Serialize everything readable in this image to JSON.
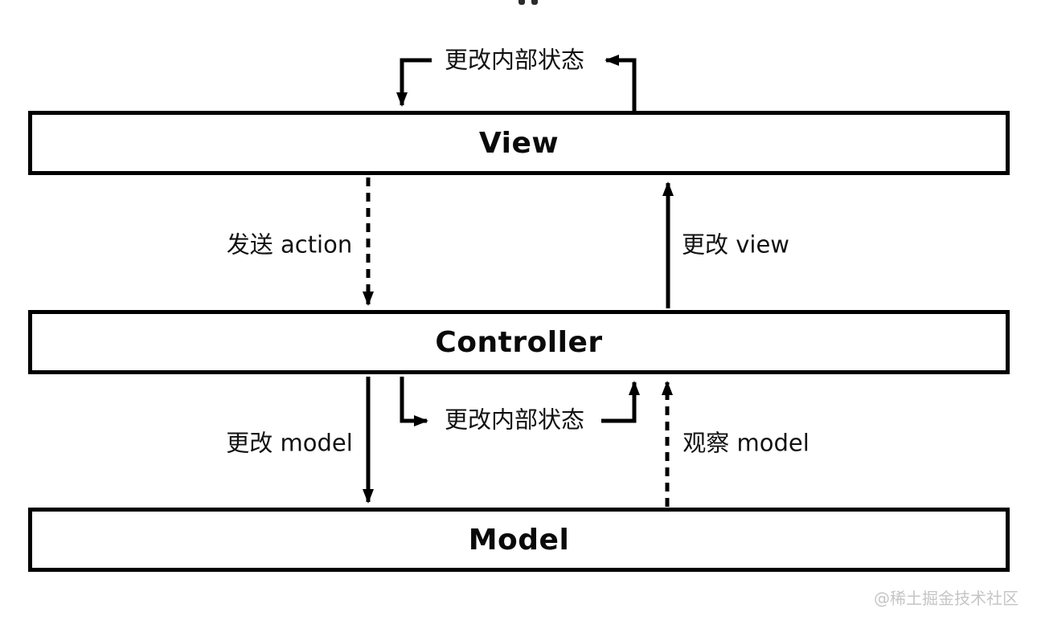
{
  "boxes": {
    "view": {
      "label": "View"
    },
    "controller": {
      "label": "Controller"
    },
    "model": {
      "label": "Model"
    }
  },
  "edge_labels": {
    "view_internal_state": "更改内部状态",
    "send_action": "发送 action",
    "update_view": "更改 view",
    "controller_internal_state": "更改内部状态",
    "update_model": "更改 model",
    "observe_model": "观察 model"
  },
  "edges_meta": {
    "view_internal_state": {
      "type": "self-loop",
      "style": "solid",
      "from": "View",
      "to": "View"
    },
    "send_action": {
      "type": "straight",
      "style": "dashed",
      "from": "View",
      "to": "Controller"
    },
    "update_view": {
      "type": "straight",
      "style": "solid",
      "from": "Controller",
      "to": "View"
    },
    "controller_internal_state": {
      "type": "self-loop",
      "style": "solid",
      "from": "Controller",
      "to": "Controller"
    },
    "update_model": {
      "type": "straight",
      "style": "solid",
      "from": "Controller",
      "to": "Model"
    },
    "observe_model": {
      "type": "straight",
      "style": "dashed",
      "from": "Model",
      "to": "Controller"
    }
  },
  "watermark": "@稀土掘金技术社区",
  "colors": {
    "line": "#000000",
    "text": "#111111",
    "watermark": "#c5c5c5",
    "background": "#ffffff"
  }
}
